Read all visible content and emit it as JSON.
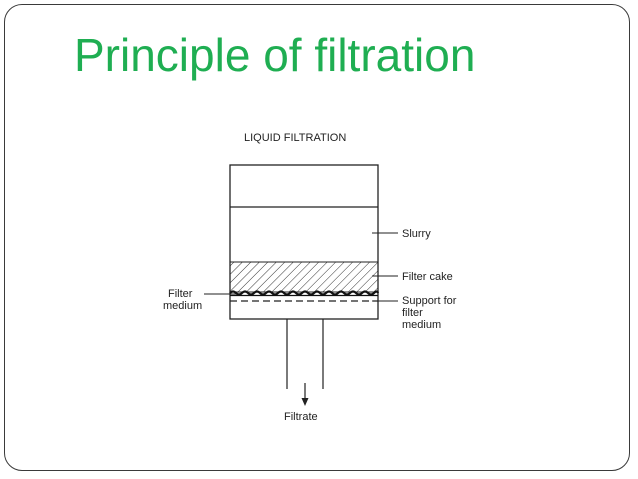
{
  "slide": {
    "title": "Principle of filtration",
    "title_color": "#1fae52"
  },
  "diagram": {
    "heading": "LIQUID FILTRATION",
    "labels": {
      "slurry": "Slurry",
      "filter_cake": "Filter cake",
      "filter_medium_line1": "Filter",
      "filter_medium_line2": "medium",
      "support_line1": "Support for",
      "support_line2": "filter",
      "support_line3": "medium",
      "filtrate": "Filtrate"
    }
  }
}
